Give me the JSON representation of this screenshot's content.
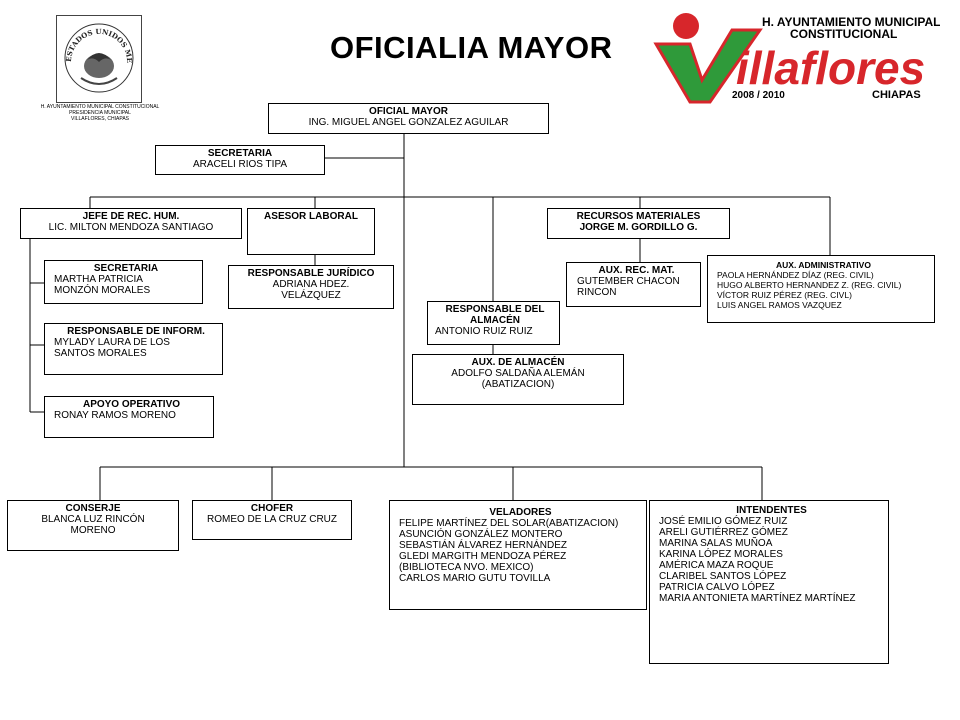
{
  "header": {
    "title": "OFICIALIA MAYOR",
    "seal_caption": [
      "H. AYUNTAMIENTO MUNICIPAL CONSTITUCIONAL",
      "PRESIDENCIA MUNICIPAL",
      "VILLAFLORES, CHIAPAS"
    ],
    "seal_ring_text": "ESTADOS UNIDOS MEXICANOS",
    "logo": {
      "line1": "H. AYUNTAMIENTO MUNICIPAL",
      "line2": "CONSTITUCIONAL",
      "brand": "illaflores",
      "years": "2008 / 2010",
      "state": "CHIAPAS",
      "red": "#d7262b",
      "green": "#2f9a3a"
    }
  },
  "boxes": {
    "oficial_mayor": {
      "title": "OFICIAL MAYOR",
      "lines": [
        "ING. MIGUEL ANGEL GONZALEZ AGUILAR"
      ]
    },
    "secretaria_top": {
      "title": "SECRETARIA",
      "lines": [
        "ARACELI RIOS TIPA"
      ]
    },
    "jefe_rec_hum": {
      "title": "JEFE DE REC. HUM.",
      "lines": [
        "LIC. MILTON MENDOZA SANTIAGO"
      ]
    },
    "asesor_laboral": {
      "title": "ASESOR LABORAL",
      "lines": []
    },
    "recursos_materiales": {
      "title": "RECURSOS MATERIALES",
      "lines": [
        "JORGE M. GORDILLO G."
      ]
    },
    "secretaria_rh": {
      "title": "SECRETARIA",
      "lines": [
        "MARTHA PATRICIA",
        "MONZÓN MORALES"
      ]
    },
    "responsable_inform": {
      "title": "RESPONSABLE DE INFORM.",
      "lines": [
        "MYLADY LAURA DE LOS",
        "SANTOS MORALES"
      ]
    },
    "apoyo_operativo": {
      "title": "APOYO OPERATIVO",
      "lines": [
        "RONAY RAMOS MORENO"
      ]
    },
    "responsable_juridico": {
      "title": "RESPONSABLE JURÍDICO",
      "lines": [
        "ADRIANA HDEZ.",
        "VELÁZQUEZ"
      ]
    },
    "responsable_almacen": {
      "title": "RESPONSABLE DEL ALMACÉN",
      "lines": [
        "ANTONIO RUIZ RUIZ"
      ]
    },
    "aux_almacen": {
      "title": "AUX. DE ALMACÉN",
      "lines": [
        "ADOLFO SALDAÑA ALEMÁN",
        "(ABATIZACION)"
      ]
    },
    "aux_rec_mat": {
      "title": "AUX. REC. MAT.",
      "lines": [
        "GUTEMBER CHACON",
        "RINCON"
      ]
    },
    "aux_administrativo": {
      "title": "AUX. ADMINISTRATIVO",
      "lines": [
        "PAOLA HERNÁNDEZ DÍAZ (REG. CIVIL)",
        "HUGO ALBERTO HERNANDEZ Z. (REG. CIVIL)",
        "VÍCTOR RUIZ PÉREZ (REG. CIVL)",
        "LUIS ANGEL RAMOS VAZQUEZ"
      ]
    },
    "conserje": {
      "title": "CONSERJE",
      "lines": [
        "BLANCA LUZ RINCÓN",
        "MORENO"
      ]
    },
    "chofer": {
      "title": "CHOFER",
      "lines": [
        "ROMEO DE LA CRUZ CRUZ"
      ]
    },
    "veladores": {
      "title": "VELADORES",
      "lines": [
        "FELIPE MARTÍNEZ DEL SOLAR(ABATIZACION)",
        "ASUNCIÓN GONZÁLEZ MONTERO",
        "SEBASTIÁN ÁLVAREZ HERNÁNDEZ",
        "GLEDI MARGITH MENDOZA PÉREZ",
        "(BIBLIOTECA NVO. MEXICO)",
        "CARLOS MARIO GUTU TOVILLA"
      ]
    },
    "intendentes": {
      "title": "INTENDENTES",
      "lines": [
        "JOSÉ EMILIO GÓMEZ RUIZ",
        "ARELI GUTIÉRREZ GÓMEZ",
        "MARINA SALAS MUÑOA",
        "KARINA LÓPEZ MORALES",
        "AMÉRICA MAZA ROQUE",
        "CLARIBEL SANTOS LÓPEZ",
        "PATRICIA CALVO LÓPEZ",
        "MARIA ANTONIETA MARTÍNEZ MARTÍNEZ"
      ]
    }
  }
}
